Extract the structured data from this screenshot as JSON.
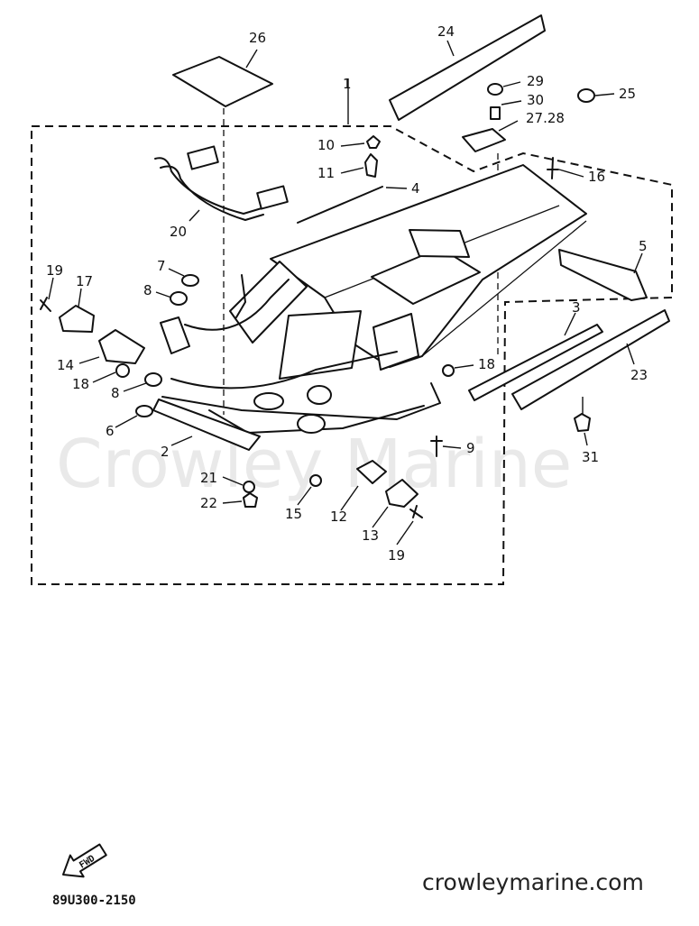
{
  "watermark": "Crowley Marine",
  "site_url": "crowleymarine.com",
  "diagram_code": "89U300-2150",
  "fwd_label": "FWD",
  "labels": {
    "p1": "1",
    "p2": "2",
    "p3": "3",
    "p4": "4",
    "p5": "5",
    "p6": "6",
    "p7": "7",
    "p8a": "8",
    "p8b": "8",
    "p9": "9",
    "p10": "10",
    "p11": "11",
    "p12": "12",
    "p13": "13",
    "p14": "14",
    "p15": "15",
    "p16": "16",
    "p17": "17",
    "p18a": "18",
    "p18b": "18",
    "p19a": "19",
    "p19b": "19",
    "p20": "20",
    "p21": "21",
    "p22": "22",
    "p23": "23",
    "p24": "24",
    "p25": "25",
    "p26": "26",
    "p27_28": "27.28",
    "p29": "29",
    "p30": "30",
    "p31": "31"
  }
}
